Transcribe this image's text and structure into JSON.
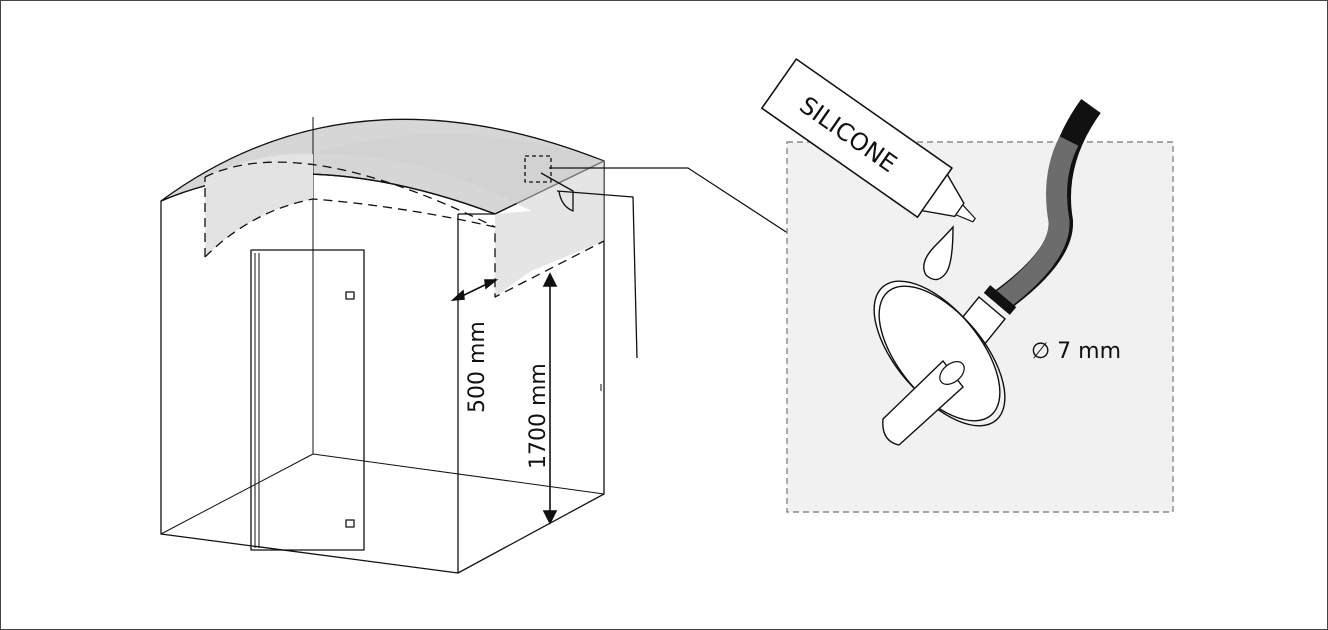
{
  "labels": {
    "depth": "500 mm",
    "height": "1700 mm",
    "diameter": "∅ 7 mm",
    "silicone": "SILICONE"
  },
  "colors": {
    "line": "#111111",
    "roof_shade": "#d6d6d6",
    "inner_shade": "#e6e6e6",
    "detail_bg": "#f1f1f1",
    "detail_border": "#8a8a8a",
    "hose": "#6c6c6c",
    "hose_end": "#111111"
  }
}
